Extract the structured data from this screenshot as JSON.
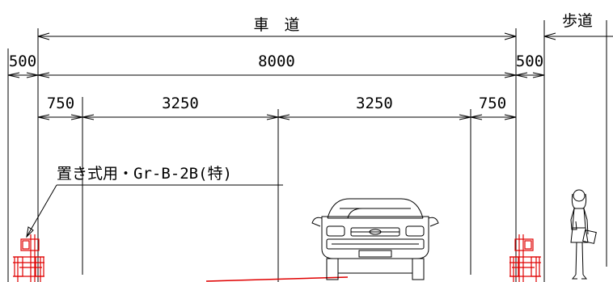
{
  "headers": {
    "roadway": "車　道",
    "sidewalk": "歩道"
  },
  "dimensions": {
    "left_shoulder": "500",
    "roadway_total": "8000",
    "right_shoulder": "500",
    "lane_margin_left": "750",
    "lane_left": "3250",
    "lane_right": "3250",
    "lane_margin_right": "750"
  },
  "annotation": {
    "guardrail_label": "置き式用・Gr-B-2B(特)"
  },
  "icons": {
    "car": "car-front-icon",
    "pedestrian": "pedestrian-icon",
    "guardrail": "guardrail-icon"
  },
  "colors": {
    "lines": "#000000",
    "guardrail": "#e00000"
  }
}
